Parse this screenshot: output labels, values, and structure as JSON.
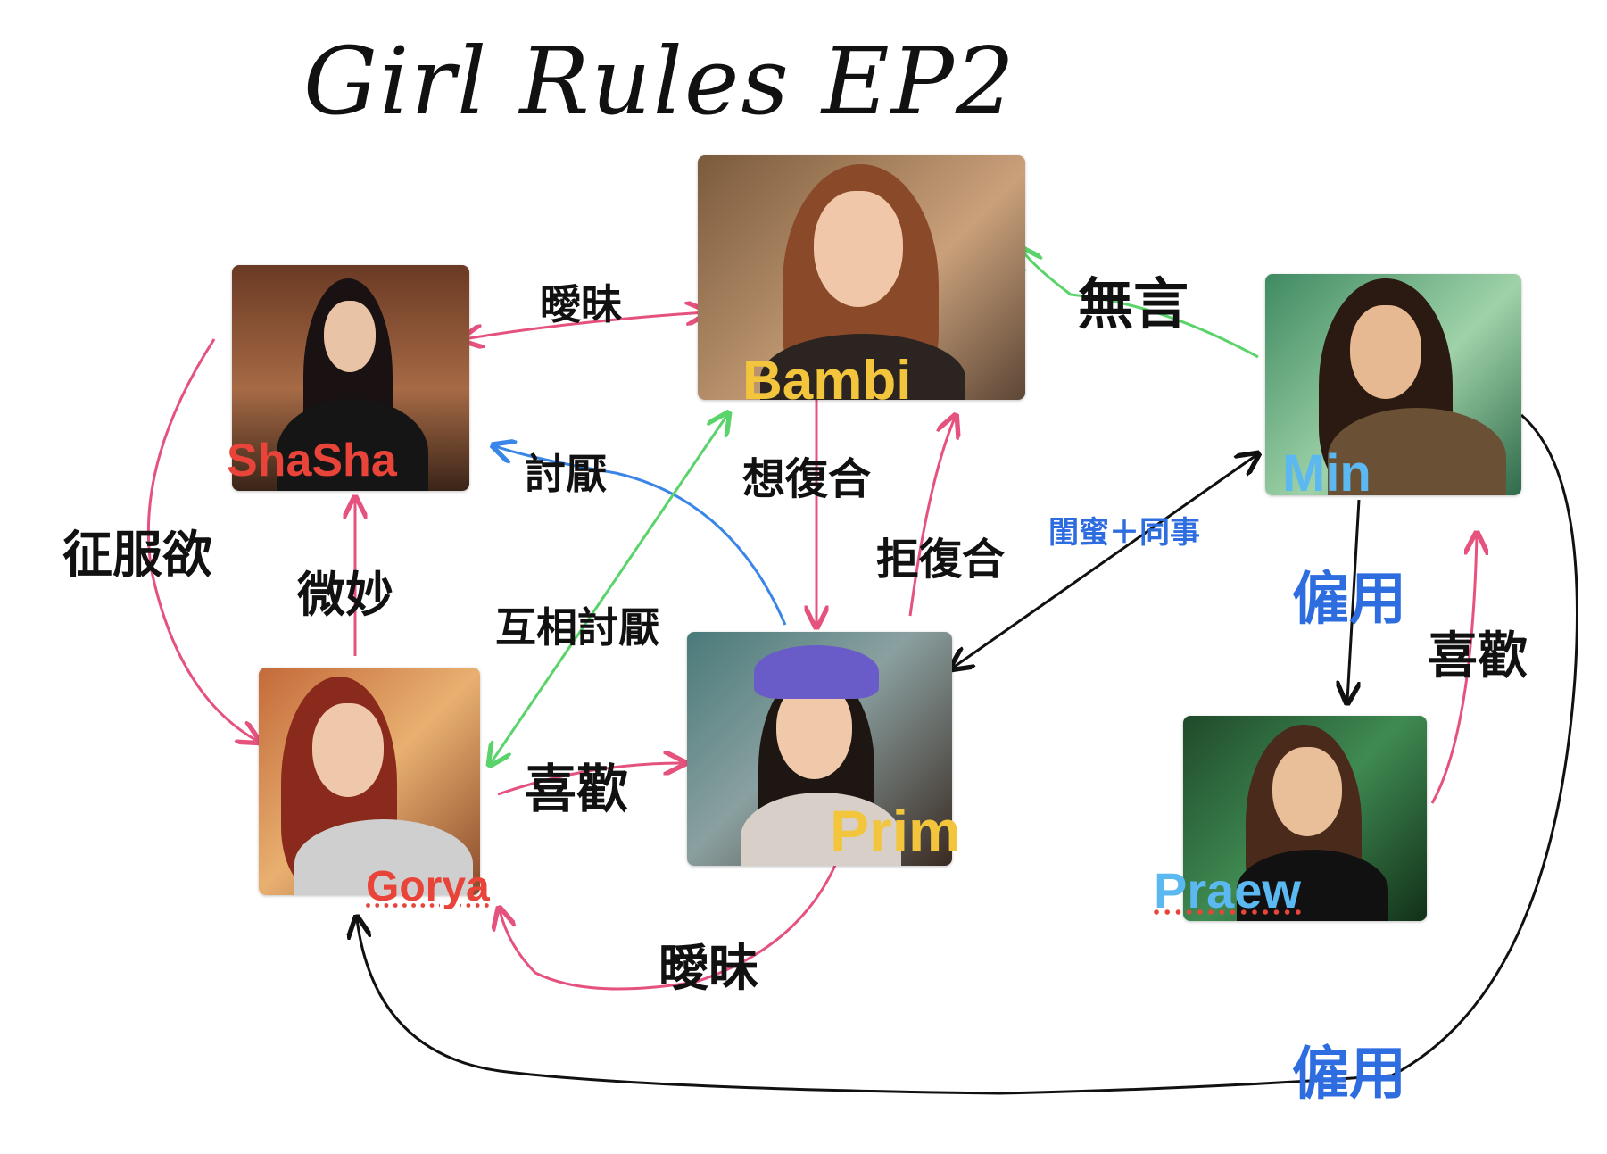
{
  "title": "Girl Rules EP2",
  "characters": {
    "bambi": {
      "name": "Bambi",
      "color": "#f2c53d"
    },
    "shasha": {
      "name": "ShaSha",
      "color": "#e8443a"
    },
    "min": {
      "name": "Min",
      "color": "#5bb8f0"
    },
    "gorya": {
      "name": "Gorya",
      "color": "#e8443a"
    },
    "prim": {
      "name": "Prim",
      "color": "#f2c53d"
    },
    "praew": {
      "name": "Praew",
      "color": "#5bb8f0"
    }
  },
  "relations": {
    "ambiguous_top": "曖昧",
    "wordless": "無言",
    "dislike": "討厭",
    "want_reunite": "想復合",
    "refuse_reunite": "拒復合",
    "bestie_colleague": "閨蜜＋同事",
    "conquer": "征服欲",
    "subtle": "微妙",
    "mutual_dislike": "互相討厭",
    "employ_right": "僱用",
    "like_right": "喜歡",
    "like_center": "喜歡",
    "ambiguous_bottom": "曖昧",
    "employ_bottom": "僱用"
  },
  "colors": {
    "pink": "#e5527e",
    "green": "#5bd36b",
    "blue": "#3a86e8",
    "black": "#111111"
  }
}
